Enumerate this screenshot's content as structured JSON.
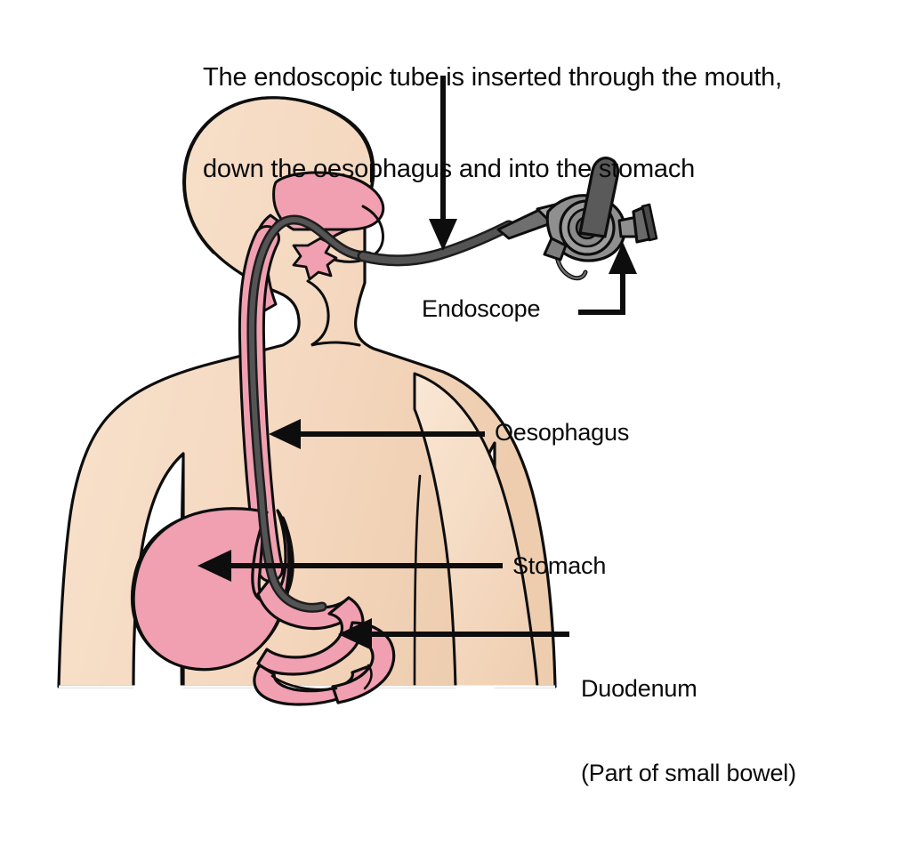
{
  "figure": {
    "title_lines": [
      "The endoscopic tube is inserted through the mouth,",
      "down the oesophagus and into the stomach"
    ],
    "subject": "upper-gastrointestinal-endoscopy-diagram"
  },
  "labels": {
    "endoscope": "Endoscope",
    "oesophagus": "Oesophagus",
    "stomach": "Stomach",
    "duodenum_line1": "Duodenum",
    "duodenum_line2": "(Part of small bowel)"
  },
  "colors": {
    "background": "#ffffff",
    "skin": "#f6dcc4",
    "skin_shade": "#f1cfb2",
    "organ_pink": "#f0a0b0",
    "outline": "#0d0d0d",
    "scope_dark": "#3f3f3f",
    "scope_mid": "#7b7b7b",
    "scope_light": "#adadad",
    "scope_wheel": "#8f8f8f",
    "text": "#0a0a0a"
  },
  "annotations": [
    {
      "name": "title-arrow",
      "points_to": "endoscope tube at mouth",
      "direction": "down"
    },
    {
      "name": "endoscope-arrow",
      "points_to": "endoscope eyepiece",
      "direction": "up-elbow"
    },
    {
      "name": "oesophagus-arrow",
      "points_to": "oesophagus",
      "direction": "left"
    },
    {
      "name": "stomach-arrow",
      "points_to": "stomach",
      "direction": "left"
    },
    {
      "name": "duodenum-arrow",
      "points_to": "duodenum",
      "direction": "left"
    }
  ]
}
